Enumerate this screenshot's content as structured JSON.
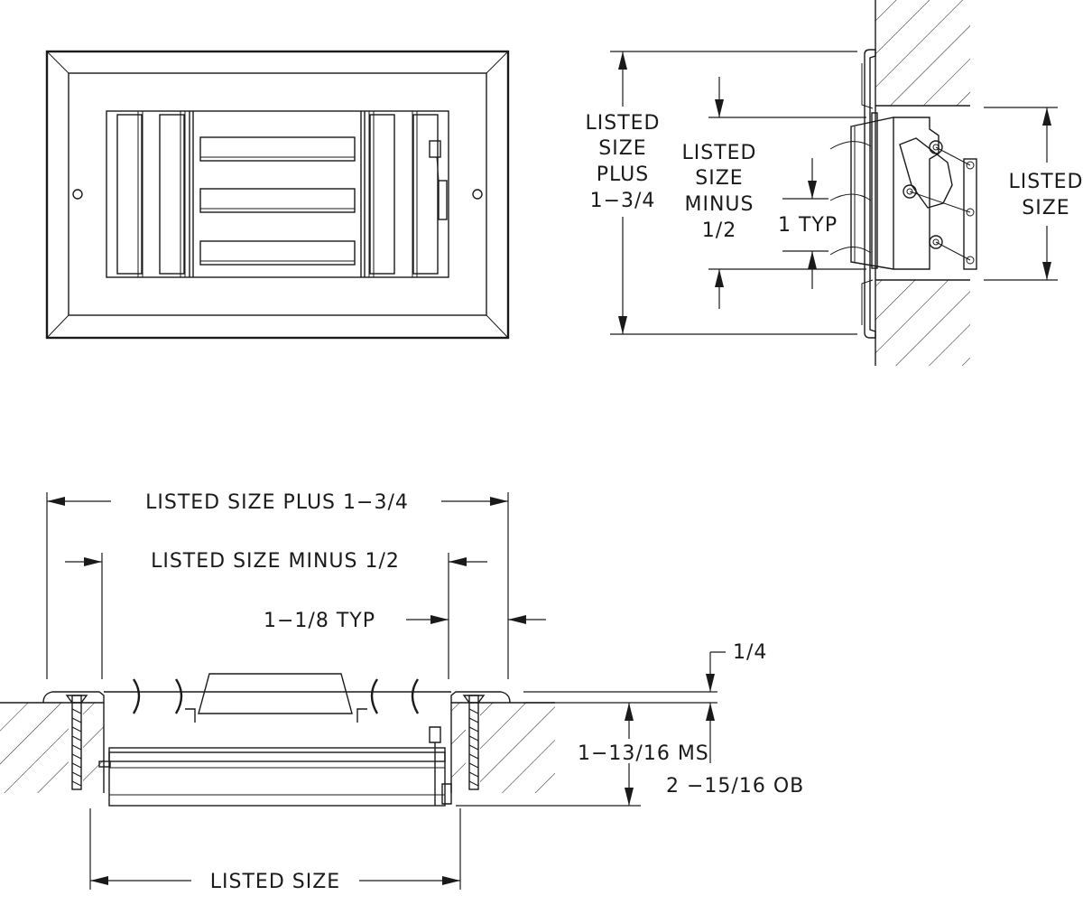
{
  "front_view": {},
  "side_section": {
    "labels": {
      "plus_line1": "LISTED",
      "plus_line2": "SIZE",
      "plus_line3": "PLUS",
      "plus_line4": "1−3/4",
      "minus_line1": "LISTED",
      "minus_line2": "SIZE",
      "minus_line3": "MINUS",
      "minus_line4": "1/2",
      "typ": "1  TYP",
      "size_line1": "LISTED",
      "size_line2": "SIZE"
    }
  },
  "plan_section": {
    "labels": {
      "plus": "LISTED  SIZE  PLUS  1−3/4",
      "minus": "LISTED  SIZE  MINUS  1/2",
      "typ": "1−1/8  TYP",
      "quarter": "1/4",
      "ms": "1−13/16 MS",
      "ob": "2 −15/16  OB",
      "size": "LISTED  SIZE"
    }
  }
}
